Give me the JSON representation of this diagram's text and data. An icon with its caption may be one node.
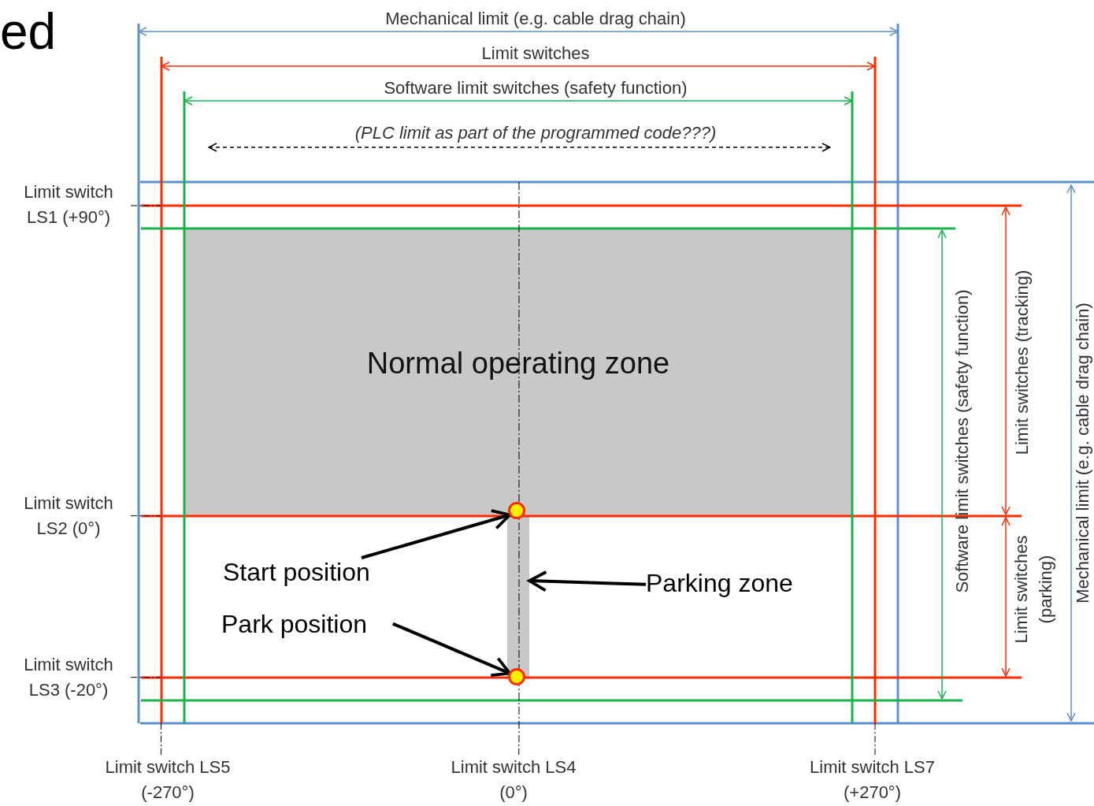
{
  "diagram": {
    "nodes": [
      {
        "text": [
          "Normal operating zone"
        ]
      },
      {
        "text": [
          "Start position"
        ]
      },
      {
        "text": [],
        "shape": "circle"
      },
      {
        "text": [
          "Park position"
        ]
      },
      {
        "text": [],
        "shape": "circle"
      },
      {
        "text": [
          "Parking zone"
        ]
      },
      {
        "text": [],
        "shape": "bar"
      },
      {
        "text": [
          "Limit switch LS1 (+90°)"
        ]
      },
      {
        "text": [
          "Limit switch LS2 (0°)"
        ]
      },
      {
        "text": [
          "Limit switch LS3 (-20°)"
        ]
      },
      {
        "text": [
          "Limit switch LS5 (-270°)"
        ]
      },
      {
        "text": [
          "Limit switch LS4 (0°)"
        ]
      },
      {
        "text": [
          "Limit switch LS7 (+270°)"
        ]
      }
    ],
    "edges": [
      {
        "from": 1,
        "to": 2,
        "arrow": "to",
        "style": "thick"
      },
      {
        "from": 3,
        "to": 4,
        "arrow": "to",
        "style": "thick"
      },
      {
        "from": 5,
        "to": 6,
        "arrow": "to",
        "style": "thick"
      },
      {
        "from": 7,
        "to": null,
        "arrow": "none",
        "style": "dashed"
      },
      {
        "from": 8,
        "to": null,
        "arrow": "none",
        "style": "dashed"
      },
      {
        "from": 9,
        "to": null,
        "arrow": "none",
        "style": "dashed"
      },
      {
        "from": 10,
        "to": null,
        "arrow": "none",
        "style": "dashed"
      },
      {
        "from": 11,
        "to": null,
        "arrow": "none",
        "style": "dashed"
      },
      {
        "from": 12,
        "to": null,
        "arrow": "none",
        "style": "dashed"
      }
    ],
    "labels": [
      "ed",
      "Mechanical limit (e.g. cable drag chain)",
      "Limit switches",
      "Software limit switches (safety function)",
      "(PLC limit as part of the programmed code???)",
      "Software limit switches (safety function)",
      "Limit switches (tracking)",
      "Limit switches (parking)",
      "Mechanical limit (e.g. cable drag chain)"
    ]
  }
}
